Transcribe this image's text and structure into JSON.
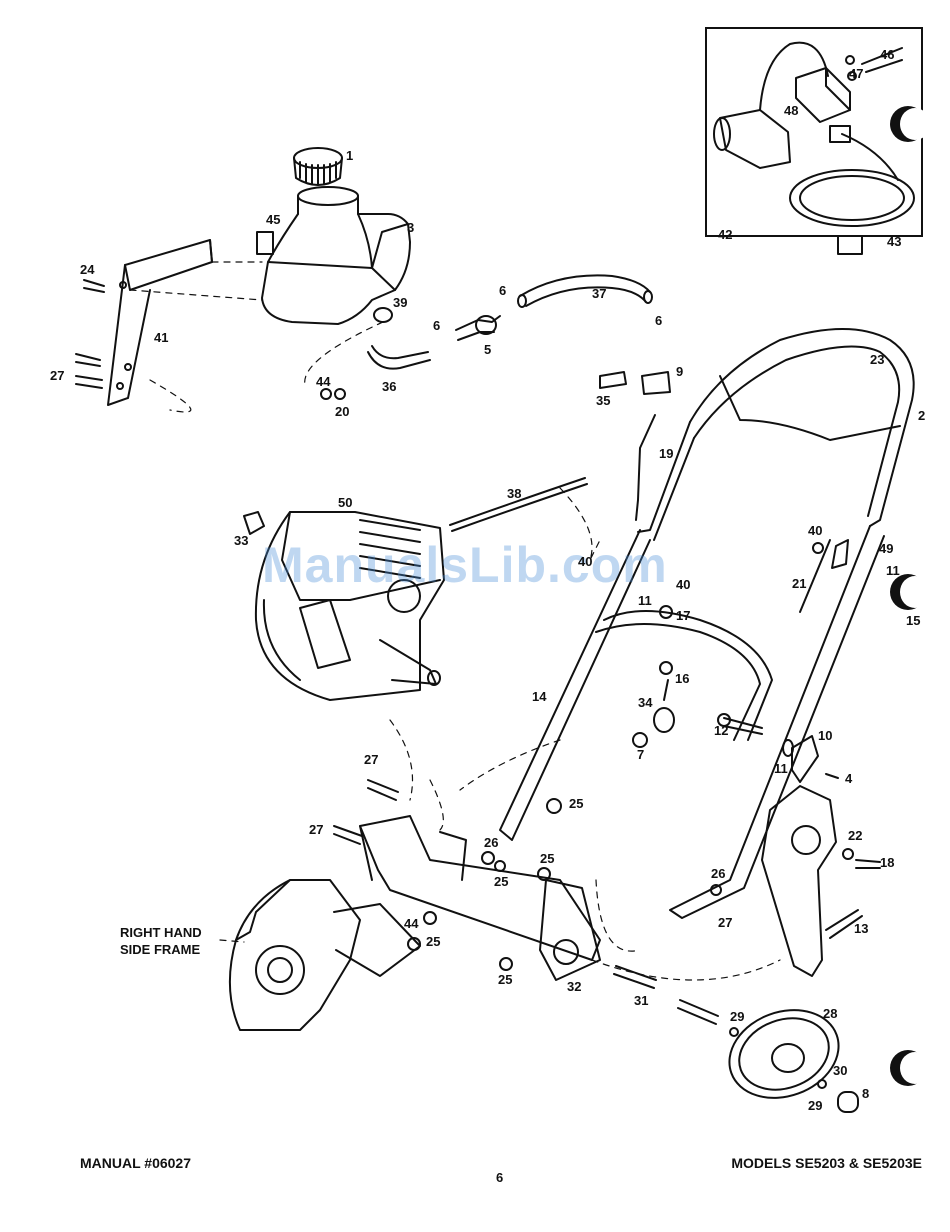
{
  "watermark": "ManualsLib.com",
  "side_frame_label": {
    "line1": "RIGHT HAND",
    "line2": "SIDE FRAME"
  },
  "footer": {
    "manual": "MANUAL #06027",
    "page": "6",
    "models": "MODELS SE5203 & SE5203E"
  },
  "part_numbers": [
    "1",
    "45",
    "3",
    "24",
    "41",
    "27",
    "39",
    "44",
    "20",
    "36",
    "6",
    "5",
    "6",
    "37",
    "6",
    "46",
    "47",
    "48",
    "42",
    "43",
    "9",
    "35",
    "19",
    "23",
    "2",
    "38",
    "50",
    "33",
    "40",
    "40",
    "11",
    "17",
    "40",
    "49",
    "21",
    "11",
    "15",
    "16",
    "34",
    "14",
    "7",
    "12",
    "10",
    "11",
    "4",
    "27",
    "25",
    "27",
    "26",
    "25",
    "25",
    "22",
    "18",
    "26",
    "27",
    "44",
    "25",
    "13",
    "25",
    "32",
    "31",
    "29",
    "28",
    "30",
    "29",
    "8"
  ]
}
